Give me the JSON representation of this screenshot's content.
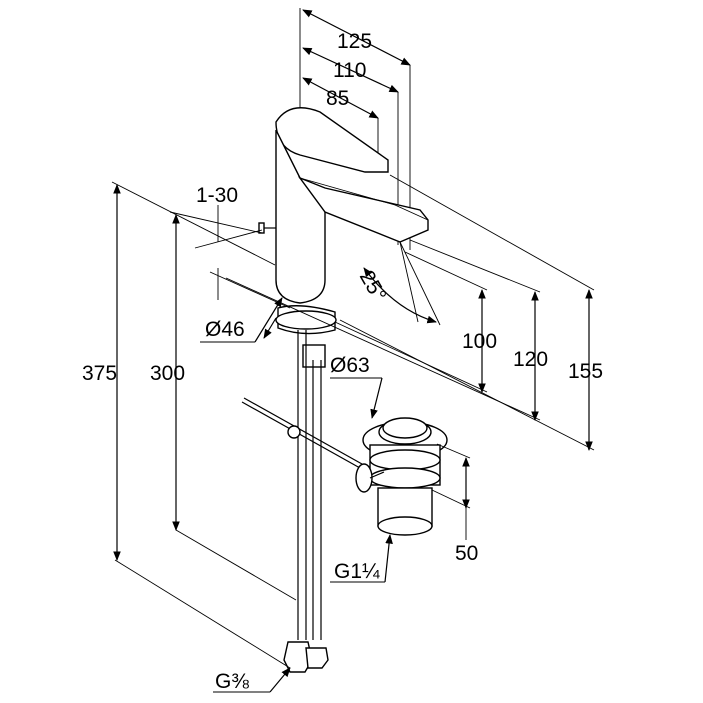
{
  "colors": {
    "line": "#000000",
    "background": "#ffffff"
  },
  "dimensions": {
    "width_125": "125",
    "width_110": "110",
    "width_85": "85",
    "handle_range": "1-30",
    "spout_angle": "25°",
    "spout_diameter": "Ø46",
    "waste_diameter": "Ø63",
    "height_100": "100",
    "height_120": "120",
    "height_155": "155",
    "height_375": "375",
    "height_300": "300",
    "depth_50": "50",
    "waste_thread": "G1¼",
    "connection_thread": "G⅜"
  }
}
